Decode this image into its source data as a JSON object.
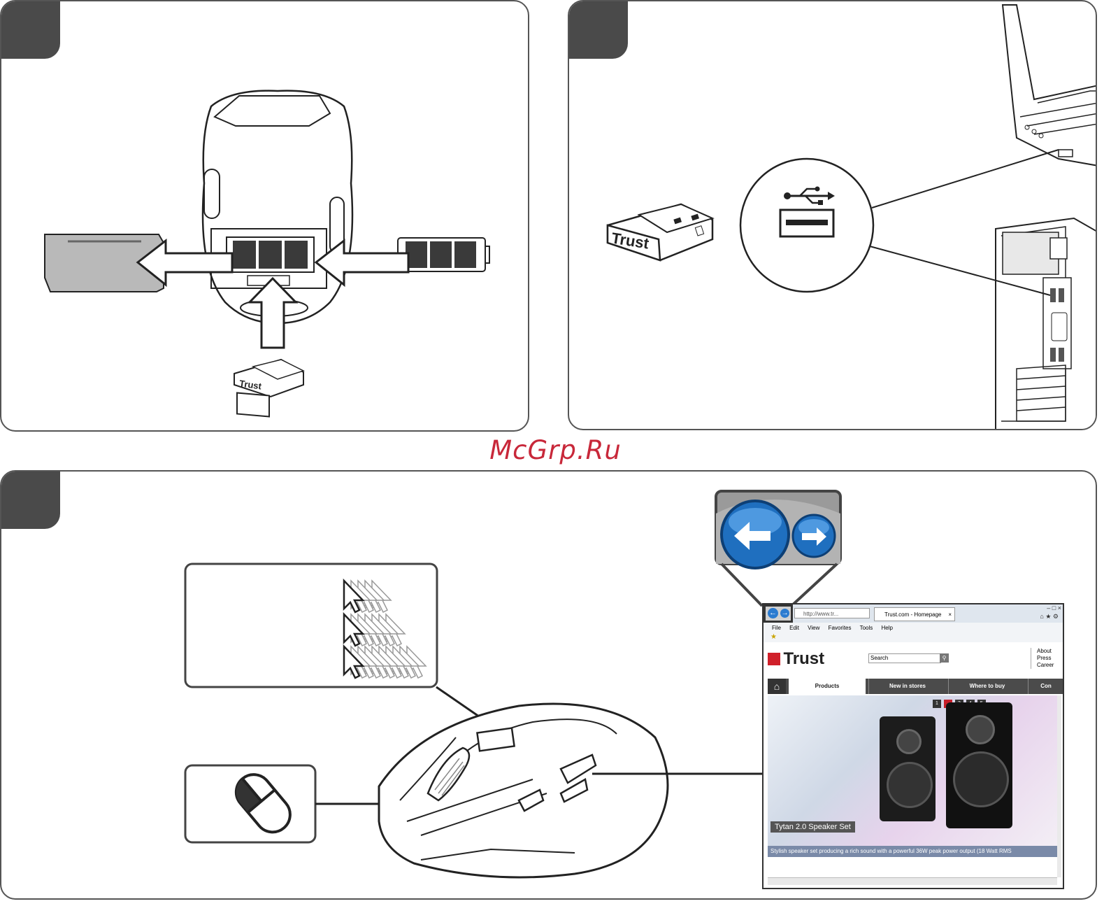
{
  "watermark": "McGrp.Ru",
  "dongle": {
    "brand": "Trust"
  },
  "browser": {
    "address": "http://www.tr...",
    "tab_title": "Trust.com - Homepage",
    "menu": [
      "File",
      "Edit",
      "View",
      "Favorites",
      "Tools",
      "Help"
    ],
    "logo": "Trust",
    "search_placeholder": "Search",
    "side_links": [
      "About",
      "Press",
      "Career"
    ],
    "nav_tabs": [
      "Products",
      "New in stores",
      "Where to buy",
      "Con"
    ],
    "pager": [
      "1",
      "2",
      "3",
      "4",
      "5"
    ],
    "banner_title": "Tytan 2.0 Speaker Set",
    "banner_caption": "Stylish speaker set producing a rich sound with a powerful 36W peak power output (18 Watt RMS"
  },
  "icons": {
    "usb": "usb-trident-icon",
    "back": "back-arrow-icon",
    "forward": "forward-arrow-icon",
    "cursor": "mouse-pointer-icon",
    "mouse_click": "mouse-left-click-icon"
  }
}
